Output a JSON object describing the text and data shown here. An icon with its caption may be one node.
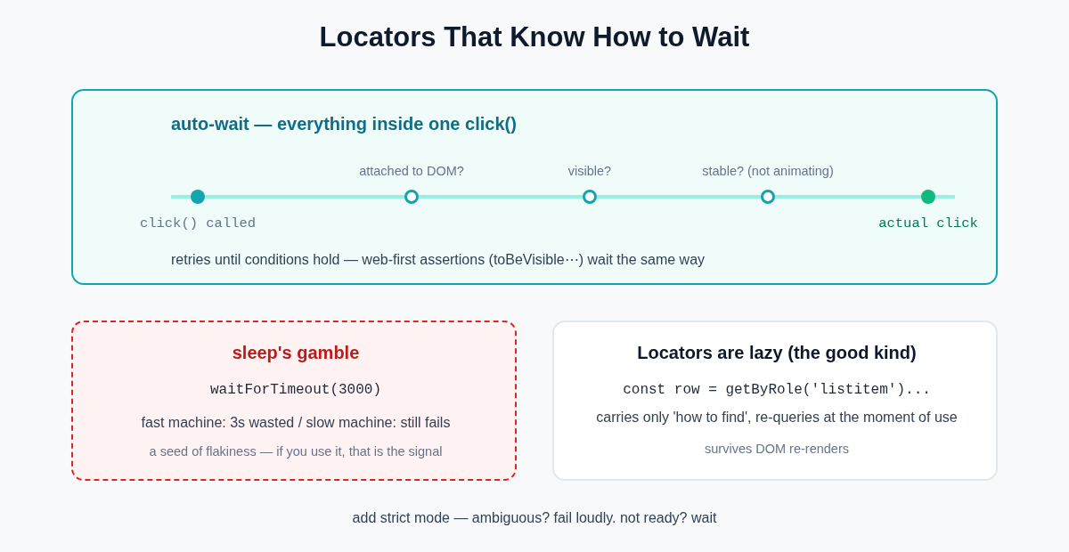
{
  "diagram": {
    "title": "Locators That Know How to Wait",
    "nodes": [
      {
        "text": [
          "auto-wait — everything inside one click()",
          "retries until conditions hold — web-first assertions (toBeVisible⋯) wait the same way"
        ]
      },
      {
        "text": [],
        "shape": "circle",
        "in": 0,
        "beside": [
          "click() called"
        ]
      },
      {
        "text": [],
        "shape": "circle",
        "in": 0,
        "beside": [
          "attached to DOM?"
        ]
      },
      {
        "text": [],
        "shape": "circle",
        "in": 0,
        "beside": [
          "visible?"
        ]
      },
      {
        "text": [],
        "shape": "circle",
        "in": 0,
        "beside": [
          "stable? (not animating)"
        ]
      },
      {
        "text": [],
        "shape": "circle",
        "in": 0,
        "beside": [
          "actual click"
        ]
      },
      {
        "text": [
          "sleep's gamble",
          "waitForTimeout(3000)",
          "fast machine: 3s wasted / slow machine: still fails",
          "a seed of flakiness — if you use it, that is the signal"
        ]
      },
      {
        "text": [
          "Locators are lazy (the good kind)",
          "const row = getByRole('listitem')...",
          "carries only 'how to find', re-queries at the moment of use",
          "survives DOM re-renders"
        ]
      }
    ],
    "edges": [
      {
        "from": 1,
        "to": 2,
        "arrow": "none"
      },
      {
        "from": 2,
        "to": 3,
        "arrow": "none"
      },
      {
        "from": 3,
        "to": 4,
        "arrow": "none"
      },
      {
        "from": 4,
        "to": 5,
        "arrow": "none"
      }
    ],
    "caption": "add strict mode — ambiguous? fail loudly. not ready? wait"
  }
}
